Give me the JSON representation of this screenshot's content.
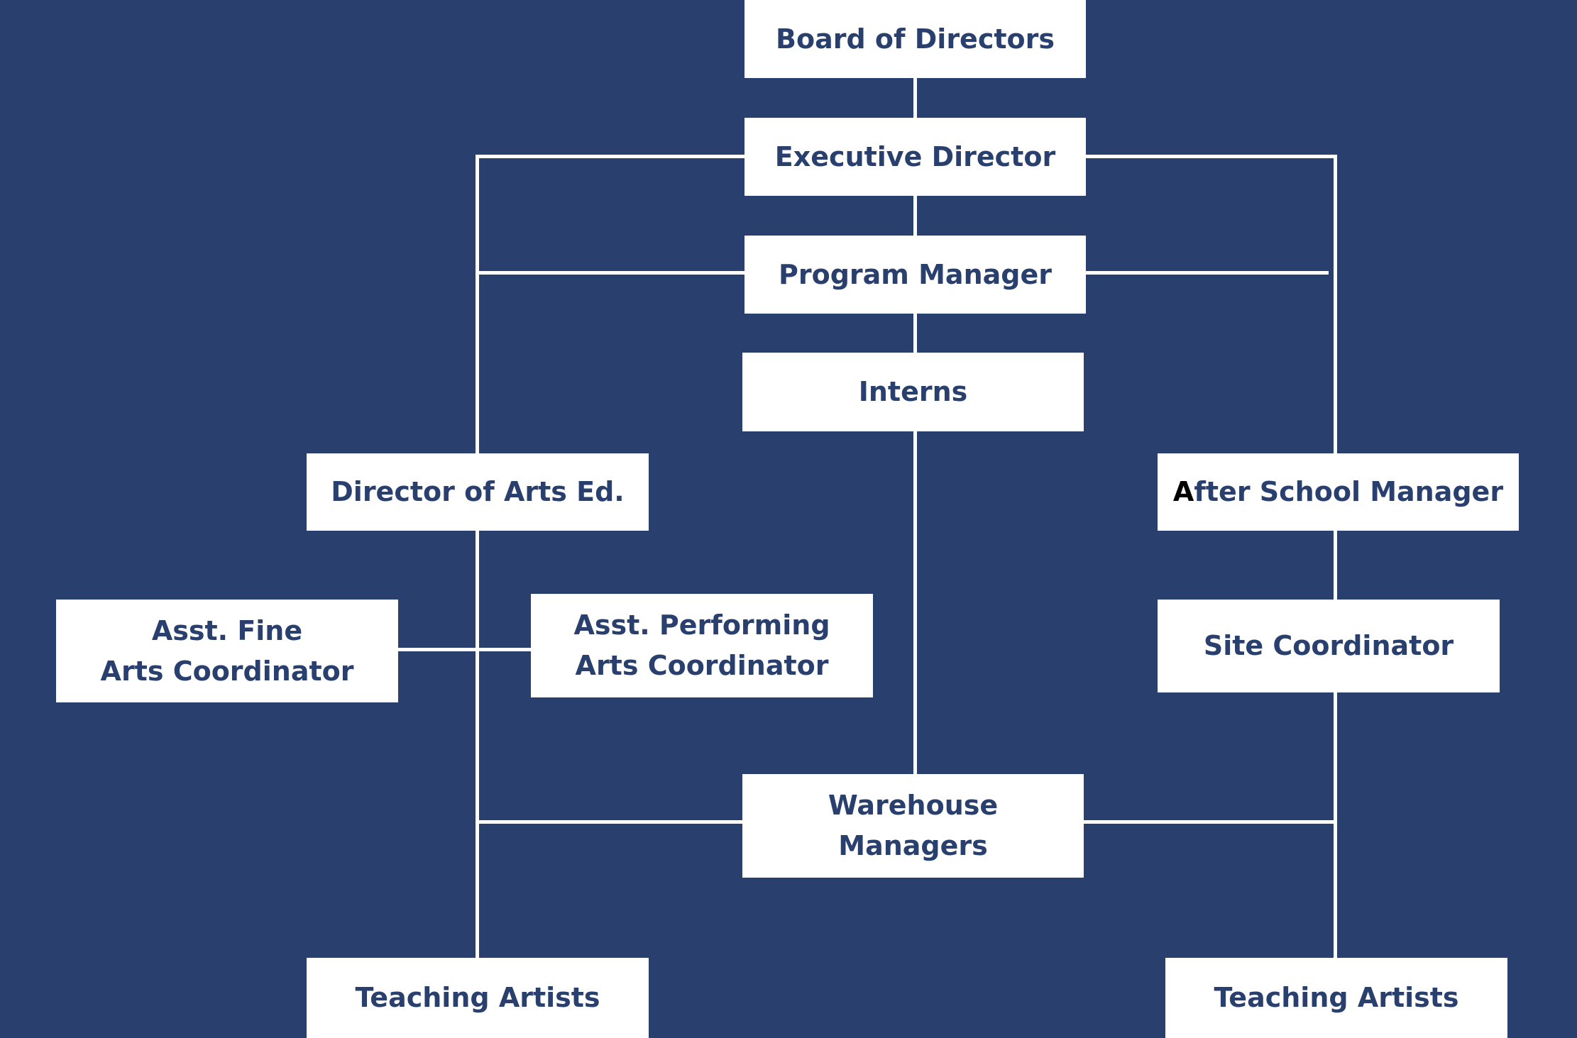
{
  "colors": {
    "background": "#293f6e",
    "box": "#ffffff",
    "text": "#293f6e"
  },
  "nodes": {
    "board": "Board of Directors",
    "executive": "Executive Director",
    "program": "Program Manager",
    "interns": "Interns",
    "director_arts": "Director of Arts Ed.",
    "after_school_first": "A",
    "after_school_rest": "fter School Manager",
    "asst_fine_1": "Asst. Fine",
    "asst_fine_2": "Arts Coordinator",
    "asst_perf_1": "Asst. Performing",
    "asst_perf_2": "Arts Coordinator",
    "site": "Site Coordinator",
    "warehouse_1": "Warehouse",
    "warehouse_2": "Managers",
    "teaching_left": "Teaching Artists",
    "teaching_right": "Teaching Artists"
  }
}
